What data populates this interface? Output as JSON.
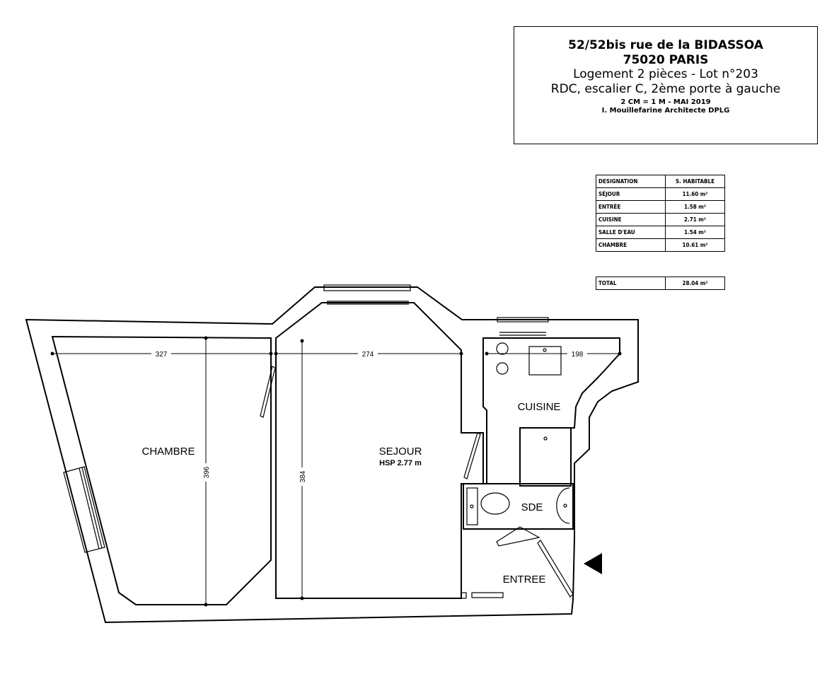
{
  "title_block": {
    "line1": "52/52bis rue de la BIDASSOA",
    "line2": "75020 PARIS",
    "line3": "Logement 2 pièces - Lot n°203",
    "line4": "RDC, escalier C, 2ème porte à gauche",
    "line5": "2 CM = 1 M - MAI 2019",
    "line6": "I. Mouillefarine Architecte DPLG"
  },
  "area_table": {
    "headers": [
      "DESIGNATION",
      "S. HABITABLE"
    ],
    "rows": [
      [
        "SÉJOUR",
        "11.60 m²"
      ],
      [
        "ENTRÉE",
        "1.58 m²"
      ],
      [
        "CUISINE",
        "2.71 m²"
      ],
      [
        "SALLE D'EAU",
        "1.54 m²"
      ],
      [
        "CHAMBRE",
        "10.61 m²"
      ]
    ],
    "total": [
      "TOTAL",
      "28.04 m²"
    ]
  },
  "plan": {
    "rooms": {
      "chambre": "CHAMBRE",
      "sejour": "SEJOUR",
      "sejour_hsp": "HSP 2.77 m",
      "cuisine": "CUISINE",
      "sde": "SDE",
      "entree": "ENTREE"
    },
    "dimensions": {
      "chambre_width": "327",
      "sejour_width": "274",
      "cuisine_width": "198",
      "chambre_depth": "396",
      "sejour_depth": "384"
    }
  }
}
